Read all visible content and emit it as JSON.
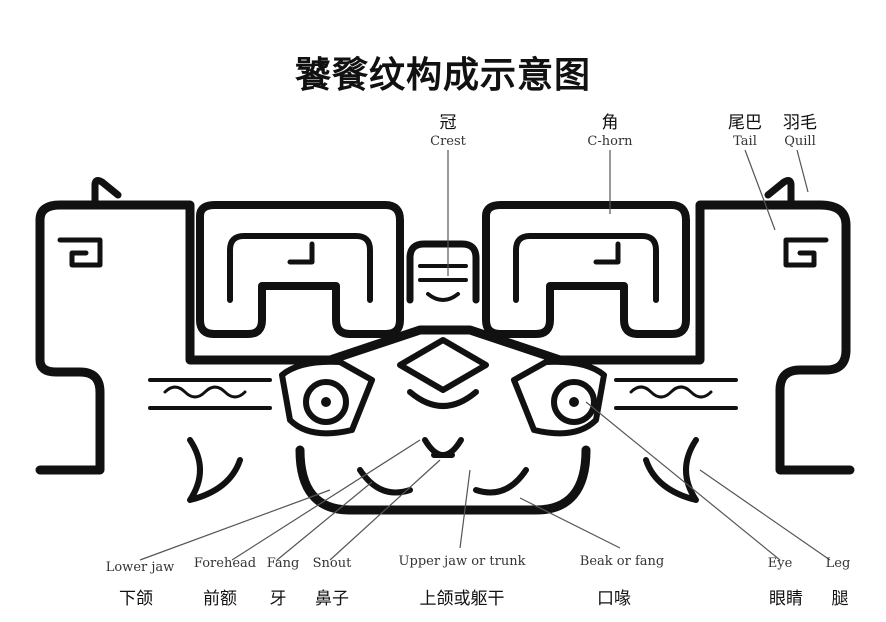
{
  "title": "饕餮纹构成示意图",
  "labels": {
    "crest": {
      "zh": "冠",
      "en": "Crest"
    },
    "chorn": {
      "zh": "角",
      "en": "C-horn"
    },
    "tail": {
      "zh": "尾巴",
      "en": "Tail"
    },
    "quill": {
      "zh": "羽毛",
      "en": "Quill"
    },
    "lower_jaw": {
      "zh": "下颌",
      "en": "Lower jaw"
    },
    "forehead": {
      "zh": "前额",
      "en": "Forehead"
    },
    "fang": {
      "zh": "牙",
      "en": "Fang"
    },
    "snout": {
      "zh": "鼻子",
      "en": "Snout"
    },
    "upper_jaw": {
      "zh": "上颌或躯干",
      "en": "Upper jaw or trunk"
    },
    "beak": {
      "zh": "口喙",
      "en": "Beak or fang"
    },
    "eye": {
      "zh": "眼睛",
      "en": "Eye"
    },
    "leg": {
      "zh": "腿",
      "en": "Leg"
    }
  },
  "colors": {
    "ink": "#111111",
    "paper": "#ffffff",
    "leader": "#555555"
  }
}
